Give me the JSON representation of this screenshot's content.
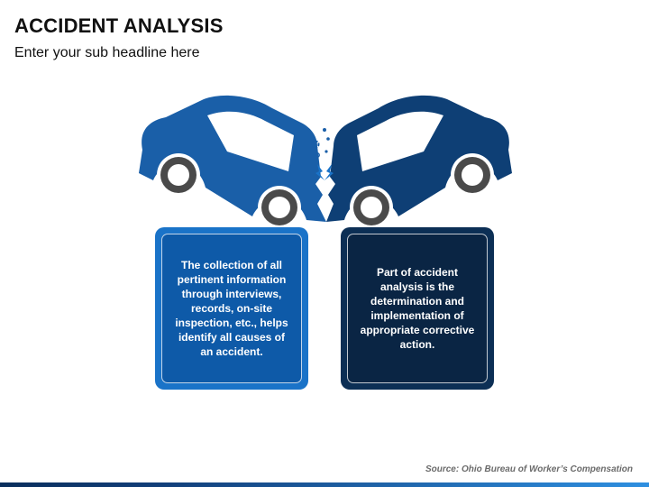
{
  "header": {
    "title": "ACCIDENT ANALYSIS",
    "subtitle": "Enter your sub headline here"
  },
  "cards": [
    {
      "text": "The collection of all pertinent information through interviews, records, on-site inspection, etc., helps identify all causes of an accident.",
      "color": "#1a73c8"
    },
    {
      "text": "Part of accident analysis is the determination and implementation of appropriate corrective action.",
      "color": "#0c2f55"
    }
  ],
  "illustration": {
    "left_car_icon": "crashed-car-left-icon",
    "right_car_icon": "crashed-car-right-icon",
    "left_car_color": "#1a5fa8",
    "right_car_color": "#0e3f75"
  },
  "footer": {
    "source": "Source: Ohio Bureau of Worker’s Compensation"
  }
}
